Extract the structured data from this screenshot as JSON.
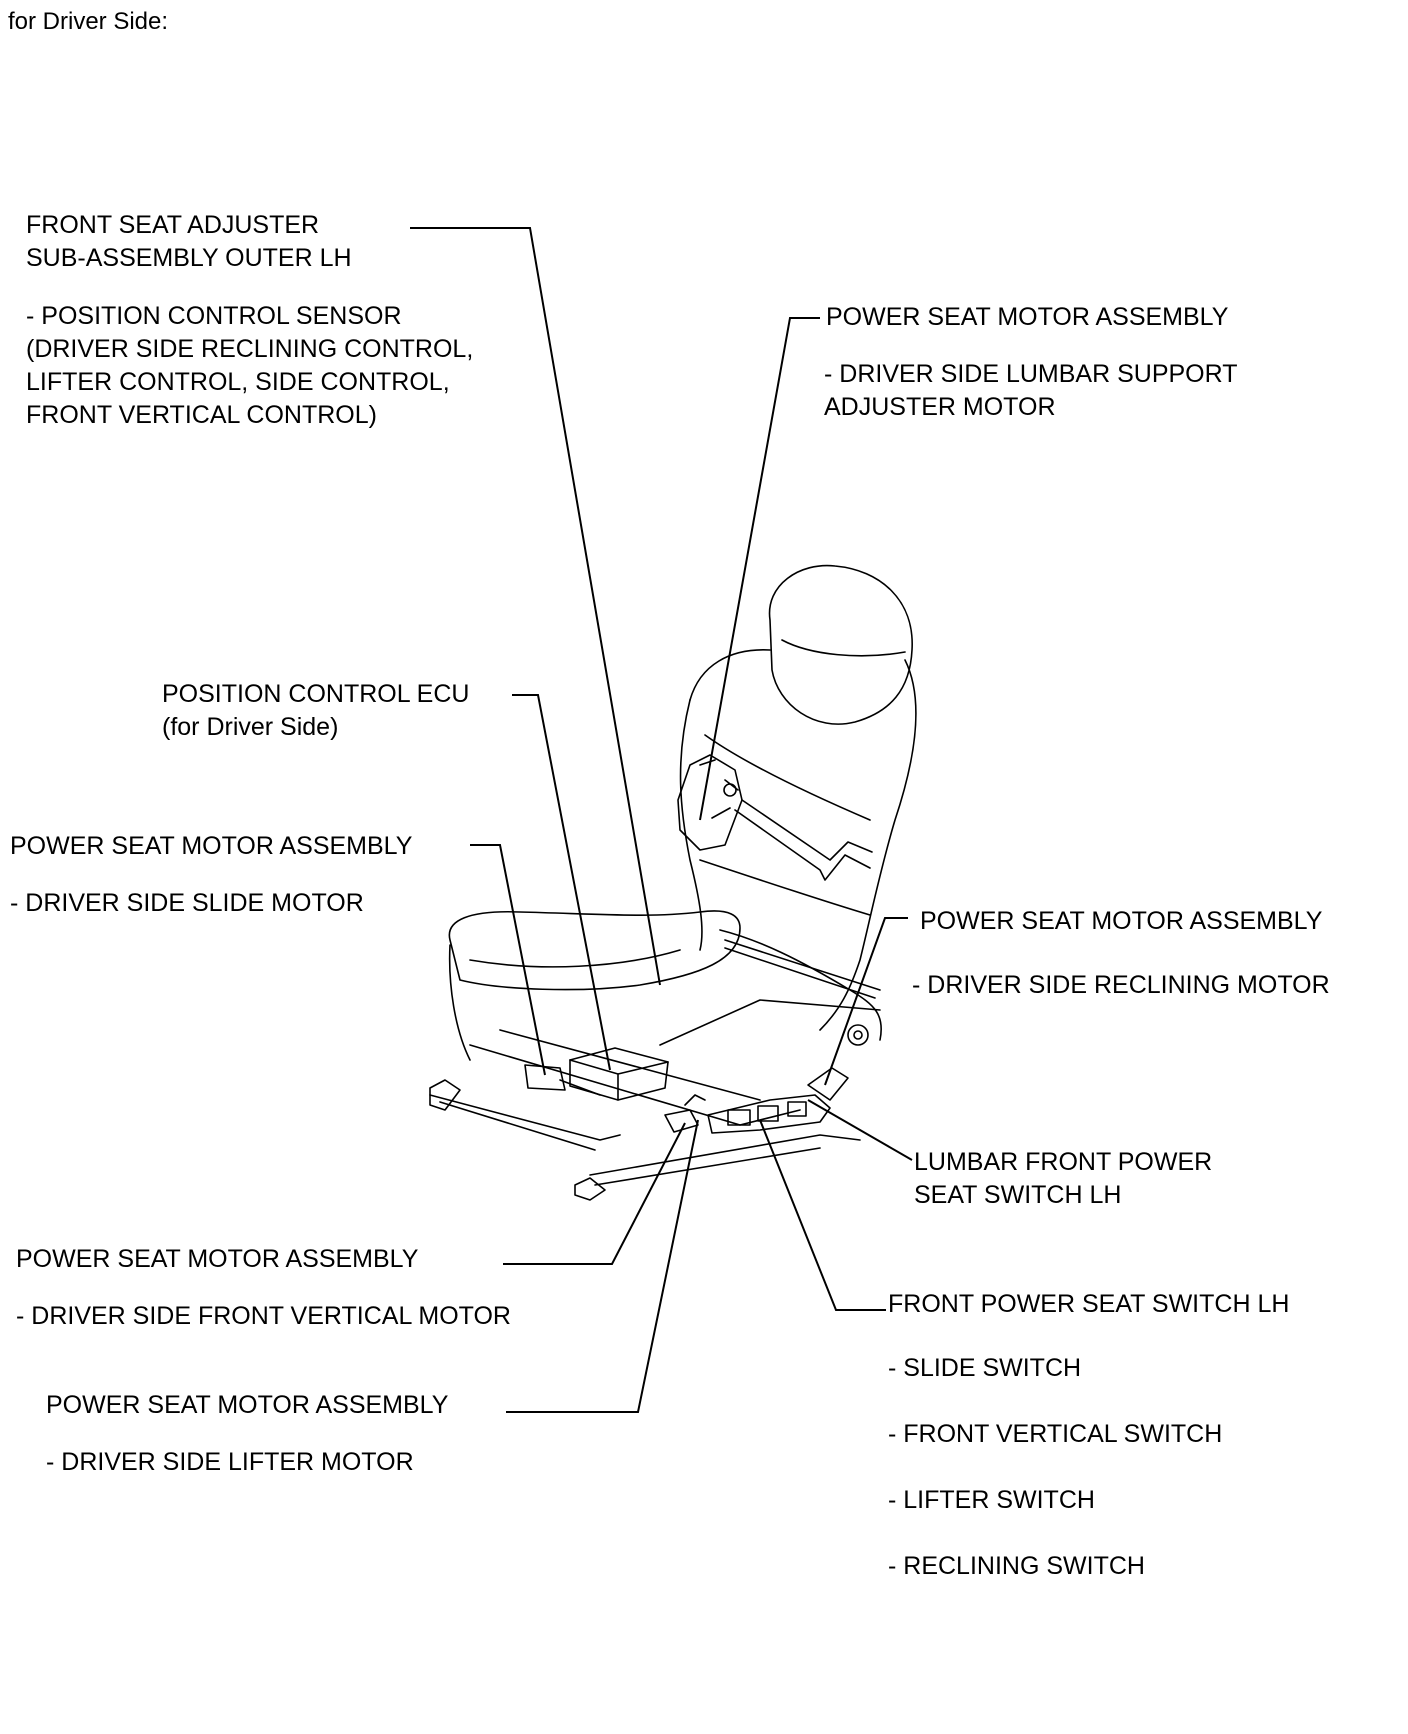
{
  "heading": "for Driver Side:",
  "labels": {
    "seat_adjuster": {
      "title": [
        "FRONT SEAT ADJUSTER",
        "SUB-ASSEMBLY OUTER LH"
      ],
      "details": [
        "- POSITION CONTROL SENSOR",
        "(DRIVER SIDE RECLINING CONTROL,",
        "LIFTER CONTROL, SIDE CONTROL,",
        "FRONT VERTICAL CONTROL)"
      ]
    },
    "lumbar_motor": {
      "title": "POWER SEAT MOTOR ASSEMBLY",
      "details": [
        "- DRIVER SIDE LUMBAR SUPPORT",
        "ADJUSTER MOTOR"
      ]
    },
    "ecu": {
      "title": "POSITION CONTROL ECU",
      "subtitle": "(for Driver Side)"
    },
    "slide_motor": {
      "title": "POWER SEAT MOTOR ASSEMBLY",
      "detail": "- DRIVER SIDE SLIDE MOTOR"
    },
    "reclining_motor": {
      "title": "POWER SEAT MOTOR ASSEMBLY",
      "detail": "- DRIVER SIDE RECLINING MOTOR"
    },
    "lumbar_switch": {
      "title": [
        "LUMBAR FRONT POWER",
        "SEAT SWITCH LH"
      ]
    },
    "front_vertical_motor": {
      "title": "POWER SEAT MOTOR ASSEMBLY",
      "detail": "- DRIVER SIDE FRONT VERTICAL MOTOR"
    },
    "seat_switch": {
      "title": "FRONT POWER SEAT SWITCH LH",
      "details": [
        "- SLIDE SWITCH",
        "- FRONT VERTICAL SWITCH",
        "- LIFTER SWITCH",
        "- RECLINING SWITCH"
      ]
    },
    "lifter_motor": {
      "title": "POWER SEAT MOTOR ASSEMBLY",
      "detail": "- DRIVER SIDE LIFTER MOTOR"
    }
  },
  "colors": {
    "ink": "#000000",
    "background": "#ffffff"
  }
}
